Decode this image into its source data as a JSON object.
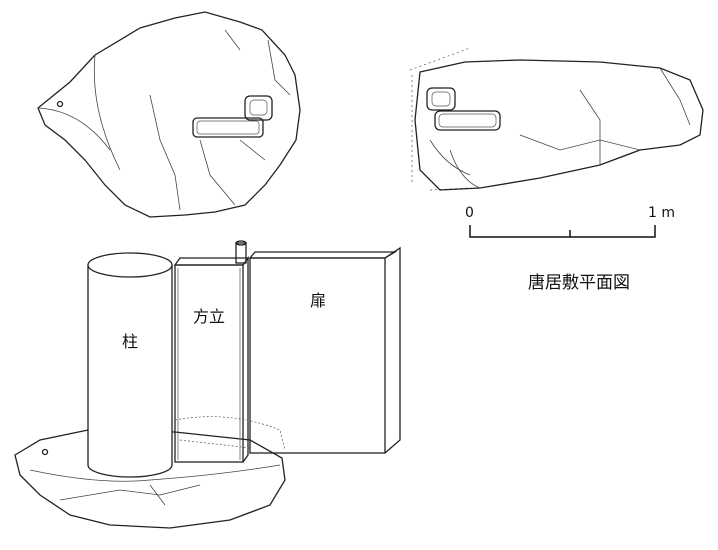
{
  "scale_bar": {
    "start_label": "0",
    "end_label": "1 m"
  },
  "title": "唐居敷平面図",
  "labels": {
    "pillar": "柱",
    "door_jamb": "方立",
    "door": "扉"
  }
}
